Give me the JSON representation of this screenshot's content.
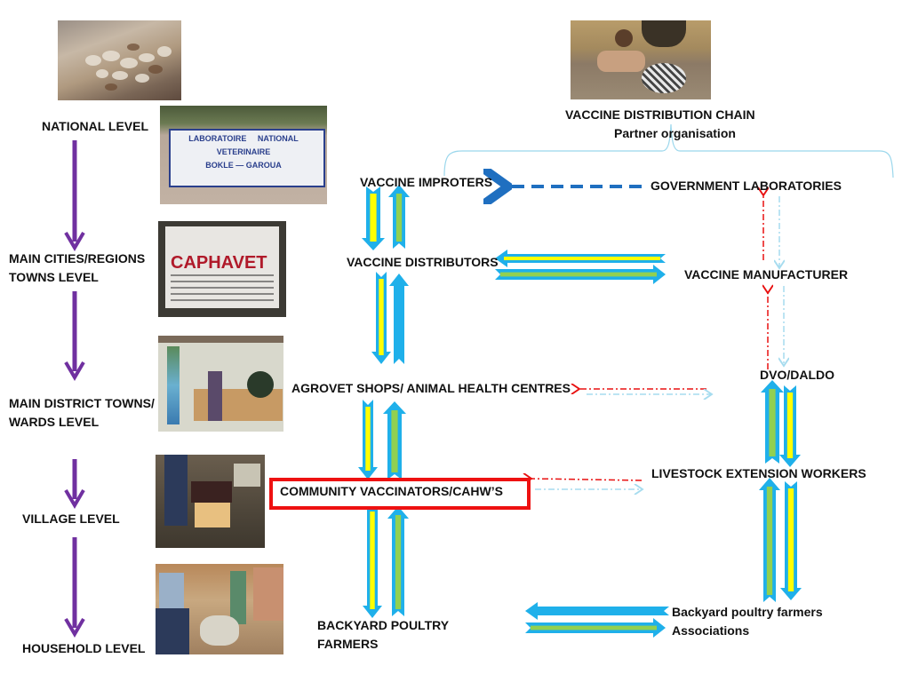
{
  "title": {
    "main": "VACCINE DISTRIBUTION  CHAIN",
    "sub": "Partner organisation"
  },
  "levels": [
    {
      "label": "NATIONAL LEVEL"
    },
    {
      "label": "MAIN CITIES/REGIONS\nTOWNS LEVEL",
      "line1": "MAIN CITIES/REGIONS",
      "line2": "TOWNS LEVEL"
    },
    {
      "label": "MAIN DISTRICT TOWNS/ WARDS LEVEL",
      "line1": "MAIN DISTRICT TOWNS/",
      "line2": "WARDS  LEVEL"
    },
    {
      "label": "VILLAGE LEVEL"
    },
    {
      "label": "HOUSEHOLD LEVEL"
    }
  ],
  "photos": [
    {
      "name": "poultry-flock-photo",
      "desc": "flock of chickens on a roof"
    },
    {
      "name": "national-lab-sign-photo",
      "desc": "sign: LABORATOIRE NATIONAL VETERINAIRE BOKLE — GAROUA",
      "sign_lines": [
        "LABORATOIRE",
        "NATIONAL",
        "VETERINAIRE",
        "BOKLE — GAROUA"
      ]
    },
    {
      "name": "caphavet-sign-photo",
      "desc": "sign: CAPHAVET",
      "sign_text": "CAPHAVET"
    },
    {
      "name": "agrovet-shop-photo",
      "desc": "agrovet shop interior"
    },
    {
      "name": "vaccine-cool-box-photo",
      "desc": "vaccine cool box"
    },
    {
      "name": "household-vaccination-photo",
      "desc": "people vaccinating chickens"
    },
    {
      "name": "child-with-chicken-photo",
      "desc": "child sitting next to a chicken"
    }
  ],
  "nodes": {
    "vaccine_importers": "VACCINE IMPROTERS",
    "government_laboratories": "GOVERNMENT LABORATORIES",
    "vaccine_distributors": "VACCINE DISTRIBUTORS",
    "vaccine_manufacturer": "VACCINE MANUFACTURER",
    "agrovet_shops": "AGROVET SHOPS/ ANIMAL HEALTH CENTRES",
    "dvo_daldo": "DVO/DALDO",
    "community_vaccinators": "COMMUNITY VACCINATORS/CAHW’S",
    "livestock_extension_workers": "LIVESTOCK EXTENSION WORKERS",
    "backyard_farmers_line1": "BACKYARD POULTRY",
    "backyard_farmers_line2": "FARMERS",
    "associations_line1": "Backyard poultry farmers",
    "associations_line2": "Associations"
  },
  "colors": {
    "level_arrow": "#7030a0",
    "block_arrow_outline": "#1fb0ea",
    "block_arrow_yellow": "#ffff00",
    "block_arrow_green": "#92d050",
    "dashed_blue": "#1f6fc0",
    "dashdot_red": "#e81010",
    "dashdot_lightblue": "#a6dcef",
    "brace": "#9bd7ec",
    "highlight_box": "#ee1111"
  }
}
